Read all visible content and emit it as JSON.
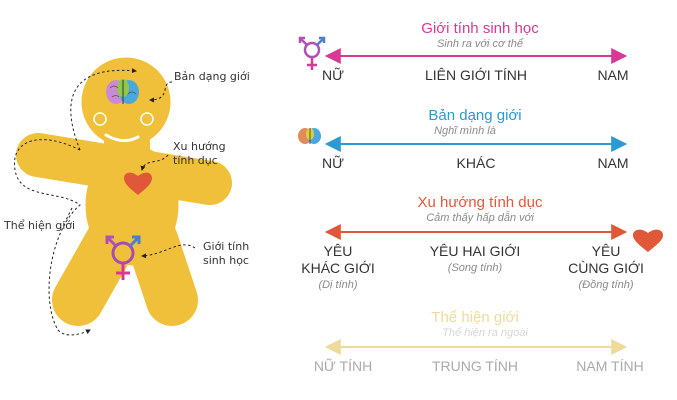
{
  "colors": {
    "body": "#f0c03a",
    "biological": "#d63a96",
    "identity": "#2a9ad0",
    "orientation": "#e0583a",
    "expression": "#eedb9c"
  },
  "figure": {
    "labels": {
      "identity": "Bản dạng giới",
      "orientation_1": "Xu hướng",
      "orientation_2": "tính dục",
      "expression": "Thể hiện giới",
      "biological_1": "Giới tính",
      "biological_2": "sinh học"
    }
  },
  "scales": [
    {
      "title": "Giới tính sinh học",
      "subtitle": "Sinh ra với cơ thể",
      "left": "NỮ",
      "middle": "LIÊN GIỚI TÍNH",
      "right": "NAM",
      "icon": "transgender-symbol-icon"
    },
    {
      "title": "Bản dạng giới",
      "subtitle": "Nghĩ mình là",
      "left": "NỮ",
      "middle": "KHÁC",
      "right": "NAM",
      "icon": "brain-icon"
    },
    {
      "title": "Xu hướng tính dục",
      "subtitle": "Cảm thấy hấp dẫn với",
      "left": "YÊU",
      "left_2": "KHÁC GIỚI",
      "left_note": "(Dị tính)",
      "middle": "YÊU HAI GIỚI",
      "middle_note": "(Song tính)",
      "right": "YÊU",
      "right_2": "CÙNG GIỚI",
      "right_note": "(Đồng tính)",
      "icon": "heart-icon"
    },
    {
      "title": "Thể hiện giới",
      "subtitle": "Thể hiện ra ngoài",
      "left": "NỮ TÍNH",
      "middle": "TRUNG TÍNH",
      "right": "NAM TÍNH"
    }
  ]
}
